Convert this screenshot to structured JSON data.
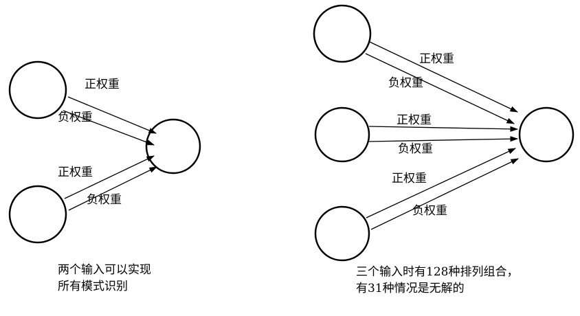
{
  "diagram": {
    "colors": {
      "line": "#000000",
      "background": "#ffffff"
    },
    "left": {
      "edge_labels": {
        "top_positive": "正权重",
        "top_negative": "负权重",
        "bottom_positive": "正权重",
        "bottom_negative": "负权重"
      },
      "caption": [
        "两个输入可以实现",
        "所有模式识别"
      ]
    },
    "right": {
      "edge_labels": {
        "top_positive": "正权重",
        "top_negative": "负权重",
        "middle_positive": "正权重",
        "middle_negative": "负权重",
        "bottom_positive": "正权重",
        "bottom_negative": "负权重"
      },
      "caption": [
        "三个输入时有128种排列组合，",
        "有31种情况是无解的"
      ]
    }
  }
}
